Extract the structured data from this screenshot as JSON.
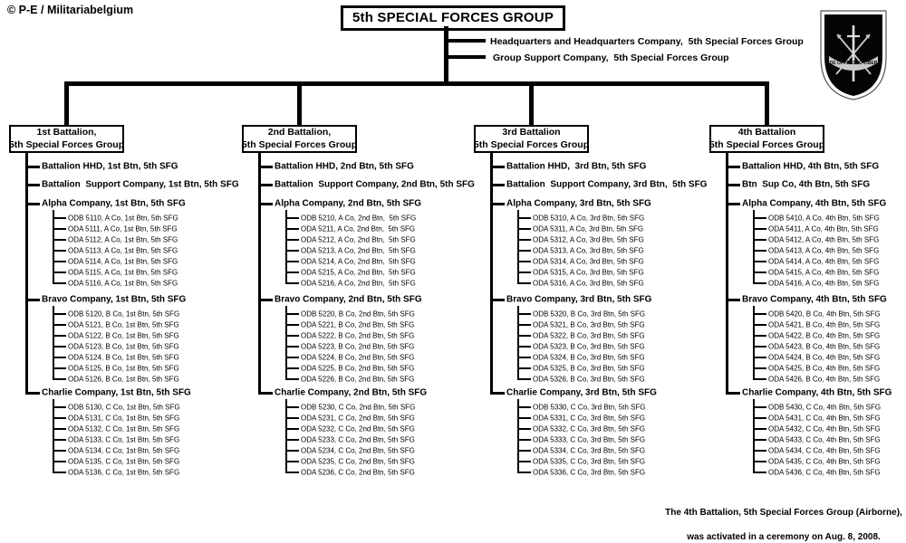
{
  "copyright": "© P-E / Militariabelgium",
  "title": "5th SPECIAL FORCES GROUP",
  "group_units": [
    "Headquarters and Headquarters Company,  5th Special Forces Group",
    "Group Support Company,  5th Special Forces Group"
  ],
  "insignia": {
    "name": "5th-special-forces-group-flash",
    "motto": "DE OPPRESSO LIBER"
  },
  "footnote": {
    "line1": "The 4th Battalion, 5th Special Forces Group (Airborne),",
    "line2": "was activated in a ceremony on Aug. 8, 2008."
  },
  "battalions": [
    {
      "name_line1": "1st Battalion,",
      "name_line2": "5th Special Forces Group",
      "hhd": "Battalion HHD, 1st Btn, 5th SFG",
      "support": "Battalion  Support Company, 1st Btn, 5th SFG",
      "companies": [
        {
          "name": "Alpha Company, 1st Btn, 5th SFG",
          "teams": [
            "ODB 5110, A Co, 1st Btn, 5th SFG",
            "ODA 5111, A Co, 1st Btn, 5th SFG",
            "ODA 5112, A Co, 1st Btn, 5th SFG",
            "ODA 5113, A Co, 1st Btn, 5th SFG",
            "ODA 5114, A Co, 1st Btn, 5th SFG",
            "ODA 5115, A Co, 1st Btn, 5th SFG",
            "ODA 5116, A Co, 1st Btn, 5th SFG"
          ]
        },
        {
          "name": "Bravo Company, 1st Btn, 5th SFG",
          "teams": [
            "ODB 5120, B Co, 1st Btn, 5th SFG",
            "ODA 5121, B Co, 1st Btn, 5th SFG",
            "ODA 5122, B Co, 1st Btn, 5th SFG",
            "ODA 5123, B Co, 1st Btn, 5th SFG",
            "ODA 5124, B Co, 1st Btn, 5th SFG",
            "ODA 5125, B Co, 1st Btn, 5th SFG",
            "ODA 5126, B Co, 1st Btn, 5th SFG"
          ]
        },
        {
          "name": "Charlie Company, 1st Btn, 5th SFG",
          "teams": [
            "ODB 5130, C Co, 1st Btn, 5th SFG",
            "ODA 5131, C Co, 1st Btn, 5th SFG",
            "ODA 5132, C Co, 1st Btn, 5th SFG",
            "ODA 5133, C Co, 1st Btn, 5th SFG",
            "ODA 5134, C Co, 1st Btn, 5th SFG",
            "ODA 5135, C Co, 1st Btn, 5th SFG",
            "ODA 5136, C Co, 1st Btn, 5th SFG"
          ]
        }
      ]
    },
    {
      "name_line1": "2nd Battalion,",
      "name_line2": "5th Special Forces Group",
      "hhd": "Battalion HHD, 2nd Btn, 5th SFG",
      "support": "Battalion  Support Company, 2nd Btn, 5th SFG",
      "companies": [
        {
          "name": "Alpha Company, 2nd Btn, 5th SFG",
          "teams": [
            "ODB 5210, A Co, 2nd Btn,  5th SFG",
            "ODA 5211, A Co, 2nd Btn,  5th SFG",
            "ODA 5212, A Co, 2nd Btn,  5th SFG",
            "ODA 5213, A Co, 2nd Btn,  5th SFG",
            "ODA 5214, A Co, 2nd Btn,  5th SFG",
            "ODA 5215, A Co, 2nd Btn,  5th SFG",
            "ODA 5216, A Co, 2nd Btn,  5th SFG"
          ]
        },
        {
          "name": "Bravo Company, 2nd Btn, 5th SFG",
          "teams": [
            "ODB 5220, B Co, 2nd Btn, 5th SFG",
            "ODA 5221, B Co, 2nd Btn, 5th SFG",
            "ODA 5222, B Co, 2nd Btn, 5th SFG",
            "ODA 5223, B Co, 2nd Btn, 5th SFG",
            "ODA 5224, B Co, 2nd Btn, 5th SFG",
            "ODA 5225, B Co, 2nd Btn, 5th SFG",
            "ODA 5226, B Co, 2nd Btn, 5th SFG"
          ]
        },
        {
          "name": "Charlie Company, 2nd Btn, 5th SFG",
          "teams": [
            "ODB 5230, C Co, 2nd Btn, 5th SFG",
            "ODA 5231, C Co, 2nd Btn, 5th SFG",
            "ODA 5232, C Co, 2nd Btn, 5th SFG",
            "ODA 5233, C Co, 2nd Btn, 5th SFG",
            "ODA 5234, C Co, 2nd Btn, 5th SFG",
            "ODA 5235, C Co, 2nd Btn, 5th SFG",
            "ODA 5236, C Co, 2nd Btn, 5th SFG"
          ]
        }
      ]
    },
    {
      "name_line1": "3rd Battalion",
      "name_line2": "5th Special Forces Group",
      "hhd": "Battalion HHD,  3rd Btn, 5th SFG",
      "support": "Battalion  Support Company, 3rd Btn,  5th SFG",
      "companies": [
        {
          "name": "Alpha Company, 3rd Btn, 5th SFG",
          "teams": [
            "ODB 5310, A Co, 3rd Btn, 5th SFG",
            "ODA 5311, A Co, 3rd Btn, 5th SFG",
            "ODA 5312, A Co, 3rd Btn, 5th SFG",
            "ODA 5313, A Co, 3rd Btn, 5th SFG",
            "ODA 5314, A Co, 3rd Btn, 5th SFG",
            "ODA 5315, A Co, 3rd Btn, 5th SFG",
            "ODA 5316, A Co, 3rd Btn, 5th SFG"
          ]
        },
        {
          "name": "Bravo Company, 3rd Btn, 5th SFG",
          "teams": [
            "ODB 5320, B Co, 3rd Btn, 5th SFG",
            "ODA 5321, B Co, 3rd Btn, 5th SFG",
            "ODA 5322, B Co, 3rd Btn, 5th SFG",
            "ODA 5323, B Co, 3rd Btn, 5th SFG",
            "ODA 5324, B Co, 3rd Btn, 5th SFG",
            "ODA 5325, B Co, 3rd Btn, 5th SFG",
            "ODA 5326, B Co, 3rd Btn, 5th SFG"
          ]
        },
        {
          "name": "Charlie Company, 3rd Btn, 5th SFG",
          "teams": [
            "ODB 5330, C Co, 3rd Btn, 5th SFG",
            "ODA 5331, C Co, 3rd Btn, 5th SFG",
            "ODA 5332, C Co, 3rd Btn, 5th SFG",
            "ODA 5333, C Co, 3rd Btn, 5th SFG",
            "ODA 5334, C Co, 3rd Btn, 5th SFG",
            "ODA 5335, C Co, 3rd Btn, 5th SFG",
            "ODA 5336, C Co, 3rd Btn, 5th SFG"
          ]
        }
      ]
    },
    {
      "name_line1": "4th Battalion",
      "name_line2": "5th Special Forces Group",
      "hhd": "Battalion HHD, 4th Btn, 5th SFG",
      "support": "Btn  Sup Co, 4th Btn, 5th SFG",
      "companies": [
        {
          "name": "Alpha Company, 4th Btn, 5th SFG",
          "teams": [
            "ODB 5410, A Co, 4th Btn, 5th SFG",
            "ODA 5411, A Co, 4th Btn, 5th SFG",
            "ODA 5412, A Co, 4th Btn, 5th SFG",
            "ODA 5413, A Co, 4th Btn, 5th SFG",
            "ODA 5414, A Co, 4th Btn, 5th SFG",
            "ODA 5415, A Co, 4th Btn, 5th SFG",
            "ODA 5416, A Co, 4th Btn, 5th SFG"
          ]
        },
        {
          "name": "Bravo Company, 4th Btn, 5th SFG",
          "teams": [
            "ODB 5420, B Co, 4th Btn, 5th SFG",
            "ODA 5421, B Co, 4th Btn, 5th SFG",
            "ODA 5422, B Co, 4th Btn, 5th SFG",
            "ODA 5423, B Co, 4th Btn, 5th SFG",
            "ODA 5424, B Co, 4th Btn, 5th SFG",
            "ODA 5425, B Co, 4th Btn, 5th SFG",
            "ODA 5426, B Co, 4th Btn, 5th SFG"
          ]
        },
        {
          "name": "Charlie Company, 4th Btn, 5th SFG",
          "teams": [
            "ODB 5430, C Co, 4th Btn, 5th SFG",
            "ODA 5431, C Co, 4th Btn, 5th SFG",
            "ODA 5432, C Co, 4th Btn, 5th SFG",
            "ODA 5433, C Co, 4th Btn, 5th SFG",
            "ODA 5434, C Co, 4th Btn, 5th SFG",
            "ODA 5435, C Co, 4th Btn, 5th SFG",
            "ODA 5436, C Co, 4th Btn, 5th SFG"
          ]
        }
      ]
    }
  ]
}
